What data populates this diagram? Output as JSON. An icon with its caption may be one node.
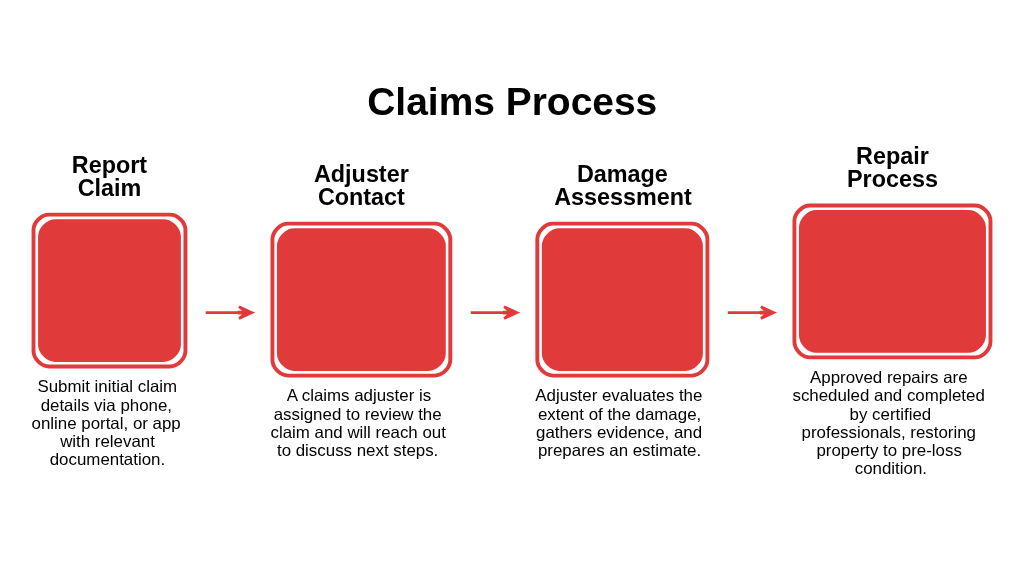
{
  "diagram": {
    "title": "Claims Process",
    "nodes": [
      {
        "text": [
          "Report Claim",
          "Submit initial claim details via phone, online portal, or app with relevant documentation."
        ]
      },
      {
        "text": [
          "Adjuster Contact",
          "A claims adjuster is assigned to review the claim and will reach out to discuss next steps."
        ]
      },
      {
        "text": [
          "Damage Assessment",
          "Adjuster evaluates the extent of the damage, gathers evidence, and prepares an estimate."
        ]
      },
      {
        "text": [
          "Repair Process",
          "Approved repairs are scheduled and completed by certified professionals, restoring property to pre-loss condition."
        ]
      }
    ],
    "edges": [
      {
        "from": 0,
        "to": 1,
        "arrow": "to"
      },
      {
        "from": 1,
        "to": 2,
        "arrow": "to"
      },
      {
        "from": 2,
        "to": 3,
        "arrow": "to"
      }
    ]
  }
}
